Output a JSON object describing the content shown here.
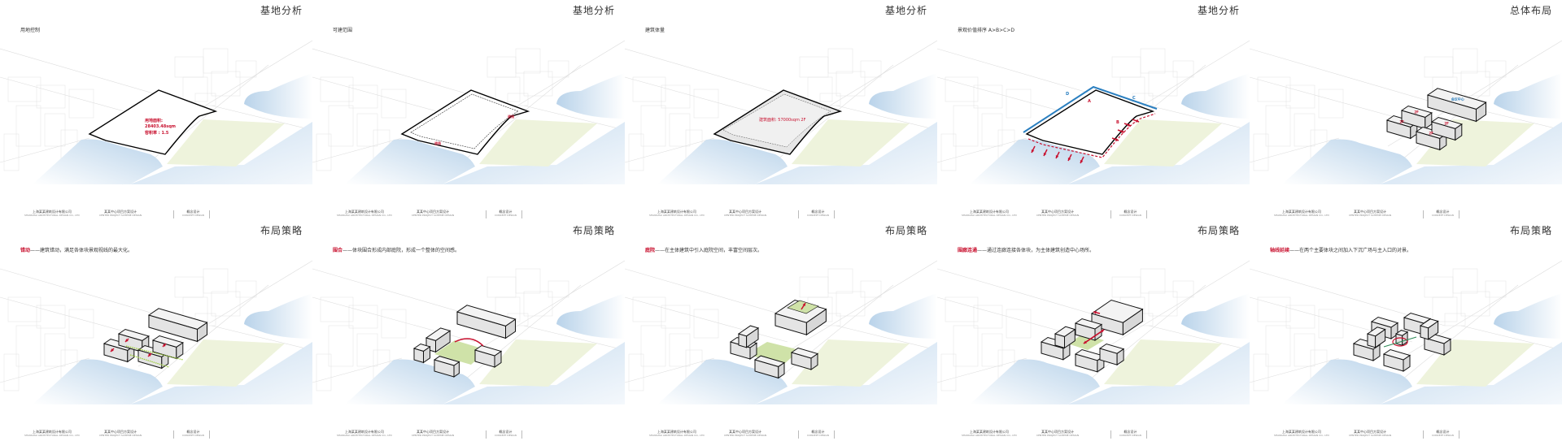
{
  "colors": {
    "accent_red": "#c8102e",
    "water_blue": "#b9d3ea",
    "park_green": "#eef3dc",
    "edge_blue": "#2a7fc0",
    "building_fill": "#eeeeee"
  },
  "footer": {
    "company": "上海某某建筑设计有限公司",
    "company_en": "SHANGHAI ARCHITECTURAL DESIGN CO., LTD",
    "project": "某某中心项目方案设计",
    "project_en": "CENTER PROJECT SCHEME DESIGN",
    "stage": "概念设计",
    "stage_en": "CONCEPT DESIGN"
  },
  "panels": [
    {
      "title": "基地分析",
      "label_kw": "",
      "label": "用地控制",
      "site_area": "用地面积:",
      "site_area_value": "28403.48sqm",
      "far": "容积率 : 1.5"
    },
    {
      "title": "基地分析",
      "label_kw": "",
      "label": "可建范围",
      "setback": "退线"
    },
    {
      "title": "基地分析",
      "label_kw": "",
      "label": "建筑体量",
      "volume": "建筑面积: 57000sqm   2F"
    },
    {
      "title": "基地分析",
      "label_kw": "",
      "label": "景观价值排序 A>B>C>D",
      "edges": [
        "A",
        "B",
        "C",
        "D"
      ]
    },
    {
      "title": "总体布局",
      "label_kw": "",
      "label": "",
      "main_tag": "会议中心",
      "tags": [
        "2F",
        "2F",
        "2F",
        "2F"
      ]
    },
    {
      "title": "布局策略",
      "label_kw": "错动",
      "label": "——建筑错动，满足各体块景观视线的最大化。"
    },
    {
      "title": "布局策略",
      "label_kw": "围合",
      "label": "——体块围合形成内部庭院，形成一个整体的空间感。"
    },
    {
      "title": "布局策略",
      "label_kw": "庭院",
      "label": "——在主体建筑中引入庭院空间，丰富空间层次。"
    },
    {
      "title": "布局策略",
      "label_kw": "围廊连通",
      "label": "——通过连廊连接各体块，为主体建筑创造中心场所。"
    },
    {
      "title": "布局策略",
      "label_kw": "轴线延续",
      "label": "——在两个主要体块之间加入下沉广场与主入口的对景。"
    }
  ]
}
